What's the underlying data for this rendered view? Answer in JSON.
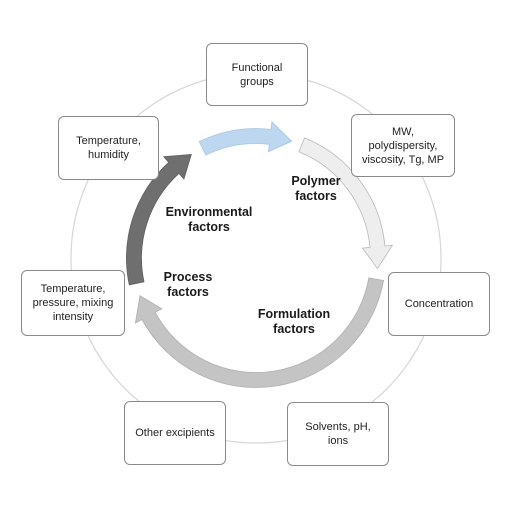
{
  "boxes": {
    "functional_groups": [
      "Functional",
      "groups"
    ],
    "polymer_props": [
      "MW,",
      "polydispersity,",
      "viscosity, Tg, MP"
    ],
    "concentration": [
      "Concentration"
    ],
    "solvents": [
      "Solvents, pH,",
      "ions"
    ],
    "other_excipients": [
      "Other excipients"
    ],
    "process_params": [
      "Temperature,",
      "pressure, mixing",
      "intensity"
    ],
    "temp_humidity": [
      "Temperature,",
      "humidity"
    ]
  },
  "factors": {
    "polymer": [
      "Polymer",
      "factors"
    ],
    "formulation": [
      "Formulation",
      "factors"
    ],
    "process": [
      "Process",
      "factors"
    ],
    "environmental": [
      "Environmental",
      "factors"
    ]
  },
  "colors": {
    "polymer_arrow": "#eeeeee",
    "formulation_arrow": "#c4c4c4",
    "process_arrow": "#6f6f6f",
    "environmental_arrow": "#bcd7ef",
    "outer_ring": "#d6d6d6",
    "box_border": "#8a8a8a"
  }
}
